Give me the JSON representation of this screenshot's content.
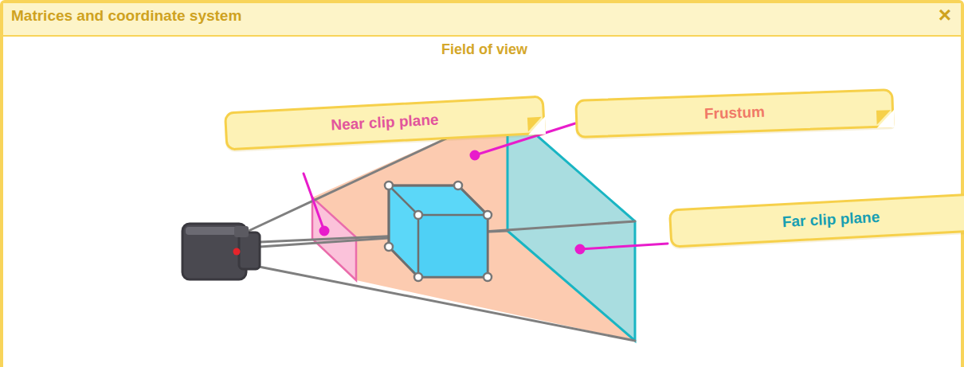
{
  "diagram": {
    "title": "Matrices and coordinate system",
    "nodes": [
      {
        "text": [
          "Near clip plane"
        ]
      },
      {
        "text": [
          "Frustum"
        ]
      },
      {
        "text": [
          "Far clip plane"
        ]
      }
    ],
    "labels": [
      "×",
      "Field of view"
    ]
  }
}
